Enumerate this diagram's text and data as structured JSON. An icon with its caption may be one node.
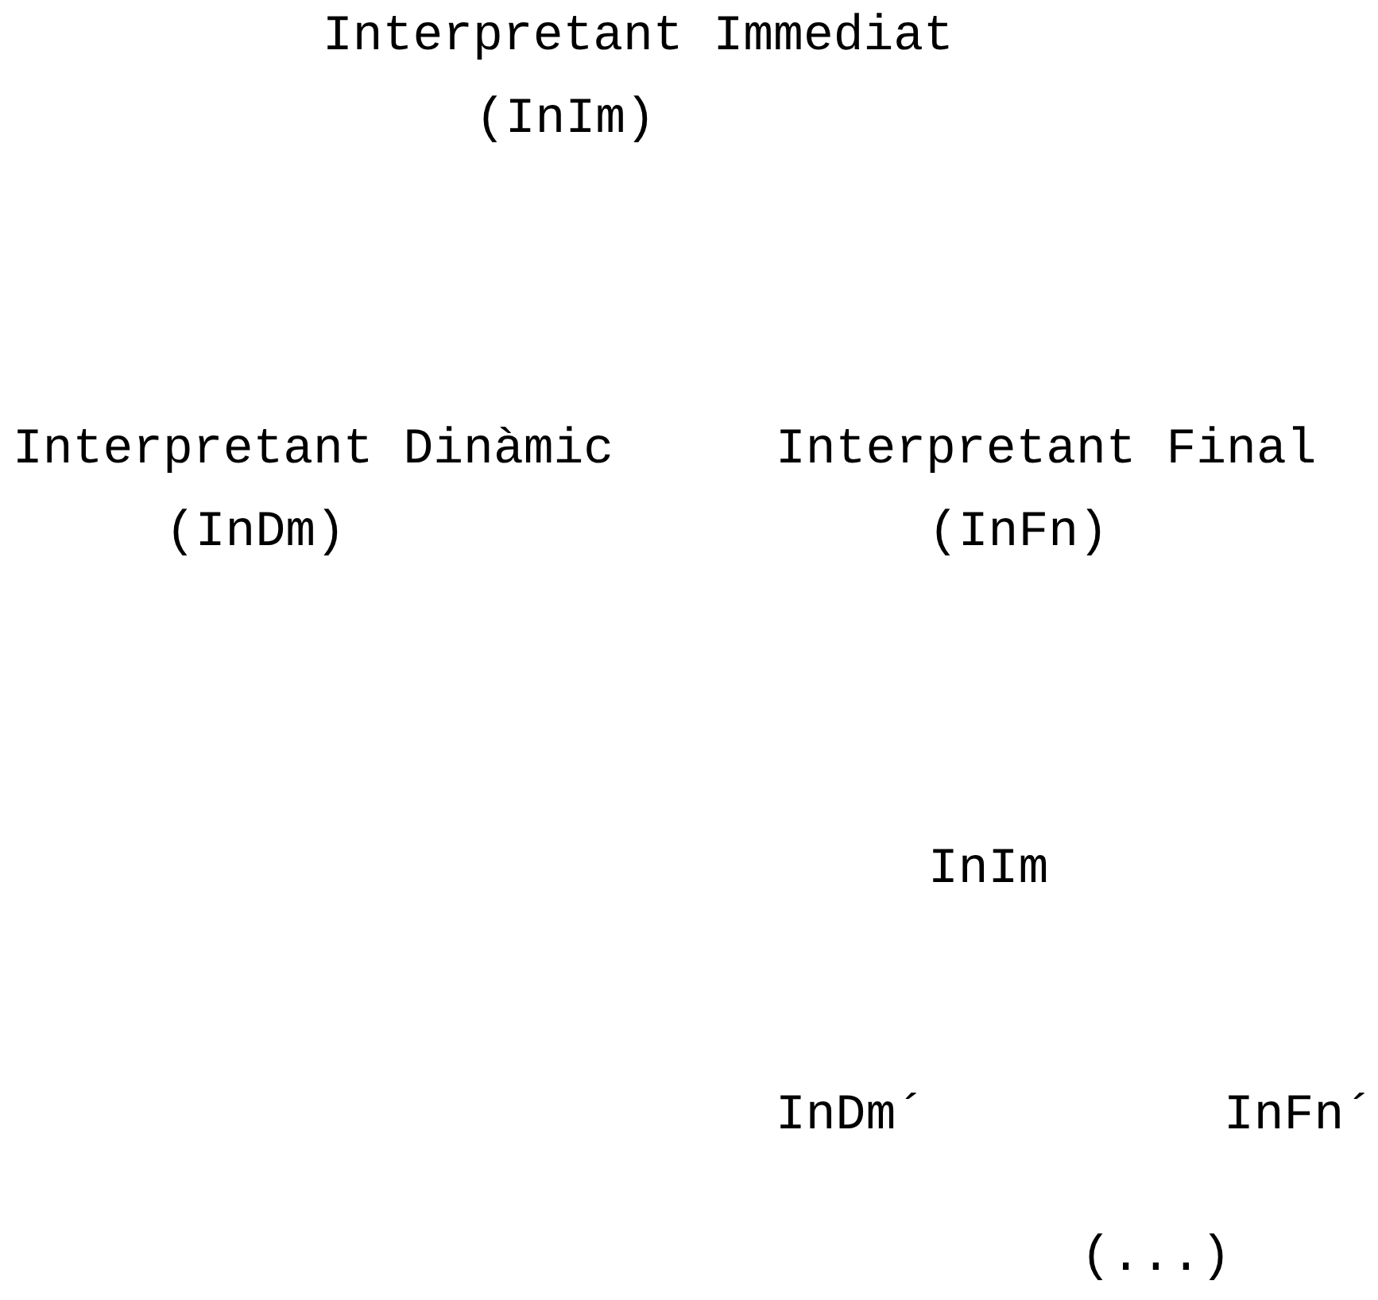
{
  "diagram": {
    "labels": [
      "Interpretant Immediat",
      "(InIm)",
      "Interpretant Dinàmic",
      "(InDm)",
      "Interpretant Final",
      "(InFn)",
      "InIm",
      "InDm´",
      "InFn´",
      "(...)"
    ]
  }
}
